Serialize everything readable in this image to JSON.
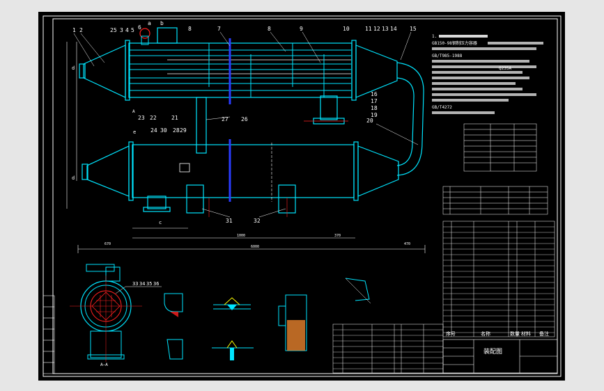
{
  "drawing": {
    "title_block_name": "装配图",
    "part_numbers_top": [
      "1",
      "2",
      "25",
      "3",
      "4",
      "5",
      "6",
      "a",
      "b",
      "8",
      "7",
      "8",
      "9",
      "10",
      "11",
      "12",
      "13",
      "14",
      "15"
    ],
    "part_numbers_side": [
      "16",
      "17",
      "18",
      "19",
      "20",
      "21",
      "22",
      "23",
      "24",
      "26",
      "27",
      "28",
      "29",
      "30",
      "31",
      "32"
    ],
    "nozzle_letters": [
      "a",
      "b",
      "c",
      "d",
      "e"
    ],
    "section_label_aa": "A—A",
    "section_label_a": "A",
    "note_lines": [
      "GB150-98钢制压力容器",
      "GB/T985-1988",
      "GB/T4272",
      "Q235A"
    ],
    "bottom_dims": [
      "6000",
      "1000",
      "370",
      "670",
      "470"
    ],
    "leader_labels": [
      "33",
      "34",
      "35",
      "36"
    ],
    "table_header": [
      "序号",
      "名称",
      "数量",
      "材料",
      "备注"
    ],
    "title_cell": "装配图"
  },
  "colors": {
    "background": "#e6e6e6",
    "sheet": "#000000",
    "line_main": "#ffffff",
    "line_cyan": "#00e5ff",
    "line_blue": "#2a3cff",
    "line_yellow": "#ffff00",
    "line_red": "#ff2020",
    "line_magenta": "#ff40ff"
  }
}
